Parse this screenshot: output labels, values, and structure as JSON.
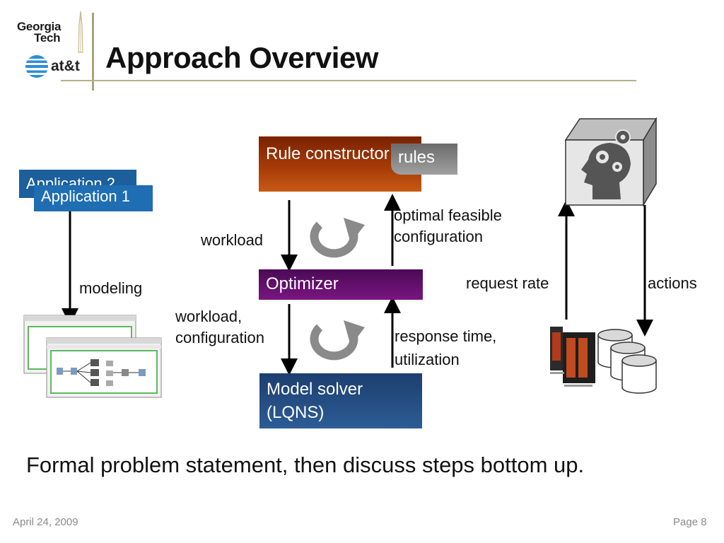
{
  "header": {
    "logo_line1": "Georgia",
    "logo_line2": "Tech",
    "att_logo": "at&t",
    "title": "Approach Overview"
  },
  "diagram": {
    "rule_constructor": "Rule constructor",
    "rules_tag": "rules",
    "optimizer": "Optimizer",
    "model_solver_line1": "Model solver",
    "model_solver_line2": "(LQNS)",
    "application2": "Application 2",
    "application1": "Application 1",
    "label_modeling": "modeling",
    "label_workload_top": "workload",
    "label_optimal_line1": "optimal feasible",
    "label_optimal_line2": "configuration",
    "label_workload_config_line1": "workload,",
    "label_workload_config_line2": "configuration",
    "label_response_line1": "response time,",
    "label_response_line2": "utilization",
    "label_request_rate": "request rate",
    "label_actions": "actions"
  },
  "statement": "Formal problem statement, then discuss steps bottom up.",
  "footer": {
    "date": "April 24, 2009",
    "page": "Page 8"
  },
  "colors": {
    "rule_box": "#a53a08",
    "optimizer_box": "#6a1075",
    "solver_box": "#245089",
    "app_box": "#1f6db2",
    "accent_line": "#b7b08a"
  }
}
